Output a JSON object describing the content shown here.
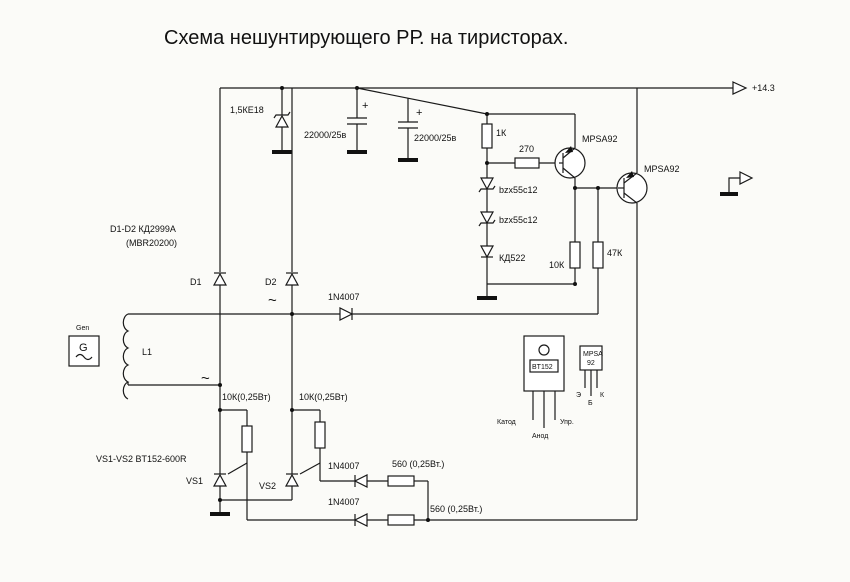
{
  "title": "Схема нешунтирующего РР. на тиристорах.",
  "rail_label": "+14.3",
  "tvs": "1,5КЕ18",
  "cap1": "22000/25в",
  "cap2": "22000/25в",
  "plus": "+",
  "r_1k": "1К",
  "r_270": "270",
  "q1": "MPSA92",
  "q2": "MPSA92",
  "zener1": "bzx55c12",
  "zener2": "bzx55c12",
  "kd522": "КД522",
  "r_10k": "10К",
  "r_47k": "47К",
  "diodes_title": "D1-D2  КД2999А",
  "diodes_alt": "(MBR20200)",
  "d1": "D1",
  "d2": "D2",
  "tilde": "~",
  "d_1n4007_top": "1N4007",
  "gen": "Gen",
  "gen_letter": "G",
  "l1": "L1",
  "r_gate1": "10К(0,25Вт)",
  "r_gate2": "10К(0,25Вт)",
  "thyristors": "VS1-VS2  BT152-600R",
  "vs1": "VS1",
  "vs2": "VS2",
  "d_1n4007_mid": "1N4007",
  "d_1n4007_bot": "1N4007",
  "r_560_top": "560 (0,25Вт.)",
  "r_560_bot": "560 (0,25Вт.)",
  "bt152_name": "BT152",
  "pin_katod": "Катод",
  "pin_anod": "Анод",
  "pin_upr": "Упр.",
  "mpsa_pkg_line1": "MPSA",
  "mpsa_pkg_line2": "92",
  "pin_e": "Э",
  "pin_b": "Б",
  "pin_k": "К"
}
